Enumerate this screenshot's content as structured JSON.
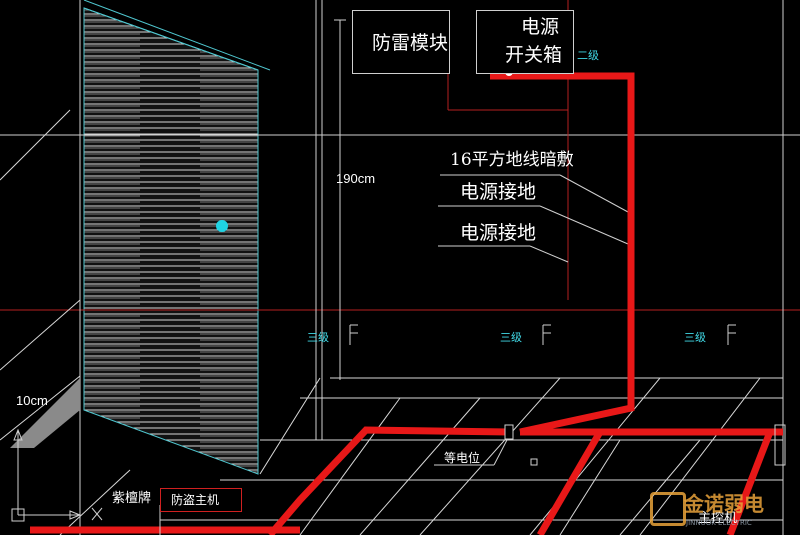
{
  "drawing": {
    "labels": {
      "lightning_module": "防雷模块",
      "power_box_line1": "电源",
      "power_box_line2": "开关箱",
      "level_2": "二级",
      "ground_wire_note": "16平方地线暗敷",
      "power_ground_1": "电源接地",
      "power_ground_2": "电源接地",
      "height_dim": "190cm",
      "width_dim": "10cm",
      "level_3_left": "三级",
      "level_3_mid": "三级",
      "level_3_right": "三级",
      "equipotential": "等电位",
      "cabinet_label": "紫檀牌",
      "alarm_host": "防盗主机",
      "main_host": "主控机"
    },
    "watermark": {
      "text": "金诺弱电",
      "subtext": "JINNUOK ELECTRIC"
    },
    "colors": {
      "background": "#000000",
      "ground_wire": "#e81818",
      "cad_lines": "#ffffff",
      "cad_cyan": "#41d9e6",
      "cad_red": "#d02020"
    }
  }
}
